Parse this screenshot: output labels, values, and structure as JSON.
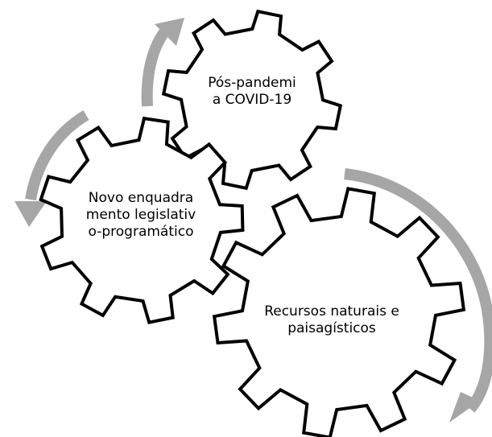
{
  "diagram": {
    "gears": [
      {
        "id": "pos",
        "label": "Pós-pandemia COVID-19"
      },
      {
        "id": "novo",
        "label": "Novo enquadramento legislativo-programático"
      },
      {
        "id": "recursos",
        "label": "Recursos naturais e paisagísticos"
      }
    ],
    "colors": {
      "gear_fill": "#ffffff",
      "gear_stroke": "#000000",
      "arrow": "#a6a6a6"
    }
  }
}
